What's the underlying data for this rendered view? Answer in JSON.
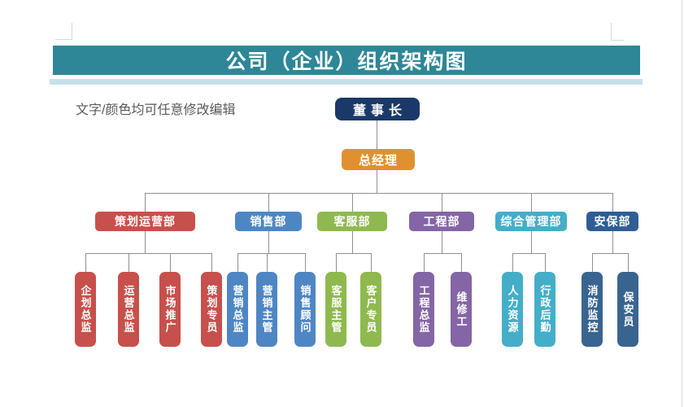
{
  "header": {
    "title": "公司（企业）组织架构图",
    "note": "文字/颜色均可任意修改编辑"
  },
  "colors": {
    "title_bar": "#2E8796",
    "accent_stripe": "#C5E1EA",
    "connector": "#909090",
    "chairman": "#1B3968",
    "general_manager": "#E0912F"
  },
  "tree": {
    "chairman": {
      "label": "董事长"
    },
    "general_manager": {
      "label": "总经理"
    },
    "departments": [
      {
        "label": "策划运营部",
        "color": "#C7504C",
        "leaf_color": "#C7504C",
        "children": [
          "企划总监",
          "运营总监",
          "市场推广",
          "策划专员"
        ]
      },
      {
        "label": "销售部",
        "color": "#4E86C4",
        "leaf_color": "#4E86C4",
        "children": [
          "营销总监",
          "营销主管",
          "销售顾问"
        ]
      },
      {
        "label": "客服部",
        "color": "#8FB94F",
        "leaf_color": "#8FB94F",
        "children": [
          "客服主管",
          "客户专员"
        ]
      },
      {
        "label": "工程部",
        "color": "#8465A5",
        "leaf_color": "#8465A5",
        "children": [
          "工程总监",
          "维修工"
        ]
      },
      {
        "label": "综合管理部",
        "color": "#44AEC8",
        "leaf_color": "#44AEC8",
        "children": [
          "人力资源",
          "行政后勤"
        ]
      },
      {
        "label": "安保部",
        "color": "#2F5E94",
        "leaf_color": "#39648F",
        "children": [
          "消防监控",
          "保安员"
        ]
      }
    ]
  }
}
